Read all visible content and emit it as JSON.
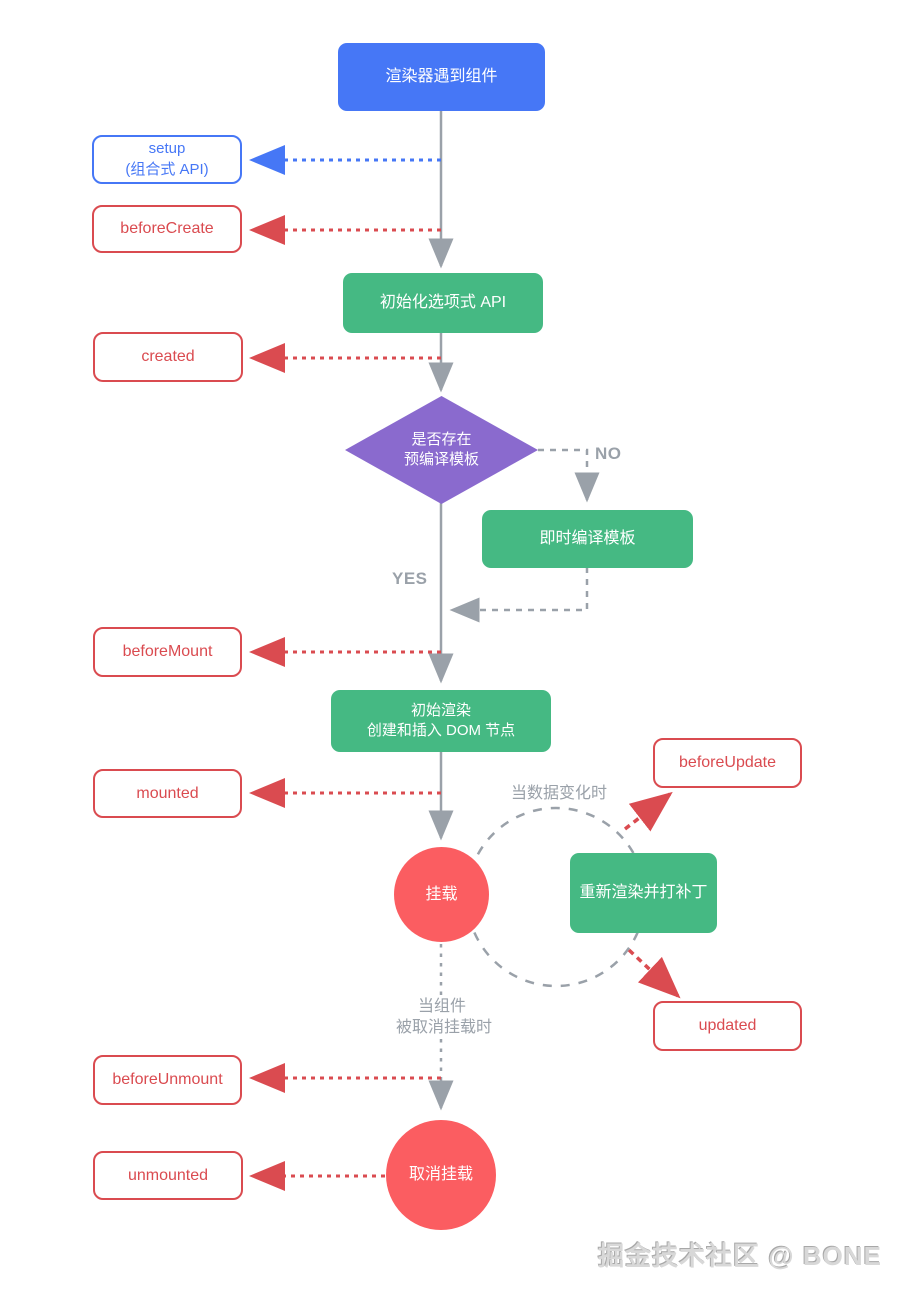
{
  "nodes": {
    "renderer": {
      "label": "渲染器遇到组件"
    },
    "setup": {
      "line1": "setup",
      "line2": "(组合式 API)"
    },
    "before_create": {
      "label": "beforeCreate"
    },
    "init_options_api": {
      "label": "初始化选项式 API"
    },
    "created": {
      "label": "created"
    },
    "has_precompiled_template": {
      "line1": "是否存在",
      "line2": "预编译模板"
    },
    "compile_template_on_the_fly": {
      "label": "即时编译模板"
    },
    "before_mount": {
      "label": "beforeMount"
    },
    "initial_render": {
      "line1": "初始渲染",
      "line2": "创建和插入 DOM 节点"
    },
    "mounted": {
      "label": "mounted"
    },
    "mounted_state": {
      "label": "挂载"
    },
    "re_render_and_patch": {
      "label": "重新渲染并打补丁"
    },
    "before_update": {
      "label": "beforeUpdate"
    },
    "updated": {
      "label": "updated"
    },
    "before_unmount": {
      "label": "beforeUnmount"
    },
    "unmounted_state": {
      "label": "取消挂载"
    },
    "unmounted": {
      "label": "unmounted"
    }
  },
  "labels": {
    "no": "NO",
    "yes": "YES",
    "when_data_changes": "当数据变化时",
    "when_unmounted_line1": "当组件",
    "when_unmounted_line2": "被取消挂载时"
  },
  "watermark": "掘金技术社区 @ BONE",
  "colors": {
    "node_blue": "#4677f6",
    "node_green": "#45b983",
    "node_purple": "#8a6ace",
    "node_red_fill": "#fb5d61",
    "hook_red": "#da4b50",
    "line_gray": "#9aa1a9"
  }
}
